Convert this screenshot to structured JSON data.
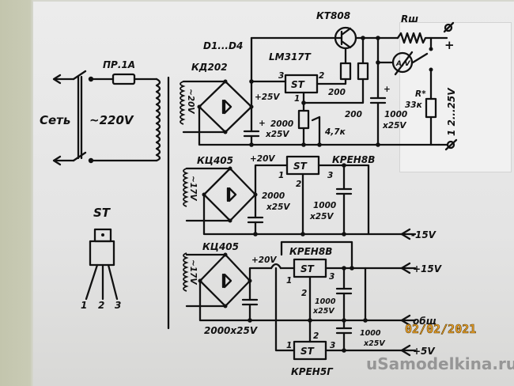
{
  "diagram": {
    "title": "Power supply schematic",
    "mains": {
      "label": "Сеть",
      "voltage": "~220V",
      "fuse": "ПР.1А"
    },
    "channel1": {
      "bridge_ref": "D1...D4",
      "bridge_part": "КД202",
      "winding": "~20V",
      "rectified": "+25V",
      "filter_cap": [
        "2000",
        "x25V"
      ],
      "regulator": "LM317T",
      "regulator_box": "ST",
      "pins": {
        "p1": "1",
        "p2": "2",
        "p3": "3"
      },
      "transistor": "КТ808",
      "r_base": "200",
      "r_adj": "200",
      "pot": "4,7к",
      "out_cap": [
        "1000",
        "x25V"
      ],
      "plus": "+",
      "shunt": "Rш",
      "meter": "A,V",
      "r_series_label": "R*",
      "r_series_value": "33к",
      "output_range": "1 2...25V",
      "out_plus": "+",
      "out_ground": "Ø",
      "out_plus_symbol": "Ø"
    },
    "channel2": {
      "bridge_part": "КЦ405",
      "winding": "~17V",
      "rectified": "+20V",
      "filter_cap": [
        "2000",
        "x25V"
      ],
      "regulator": "КРЕН8В",
      "regulator_box": "ST",
      "pins": {
        "p1": "1",
        "p2": "2",
        "p3": "3"
      },
      "out_cap": [
        "1000",
        "x25V"
      ],
      "output": "-15V"
    },
    "channel3": {
      "bridge_part": "КЦ405",
      "winding": "~17V",
      "rectified": "+20V",
      "filter_cap": "2000x25V",
      "regulator_top": "КРЕН8В",
      "regulator_bottom": "КРЕН5Г",
      "regulator_box": "ST",
      "pins": {
        "p1": "1",
        "p2": "2",
        "p3": "3"
      },
      "cap_top": [
        "1000",
        "x25V"
      ],
      "cap_bottom": [
        "1000",
        "x25V"
      ],
      "outputs": {
        "plus15": "+15V",
        "common": "общ",
        "plus5": "+5V"
      }
    },
    "pinout": {
      "title": "ST",
      "pins": [
        "1",
        "2",
        "3"
      ]
    }
  },
  "photo": {
    "date_stamp": "02/02/2021",
    "watermark": "uSamodelkina.ru"
  }
}
